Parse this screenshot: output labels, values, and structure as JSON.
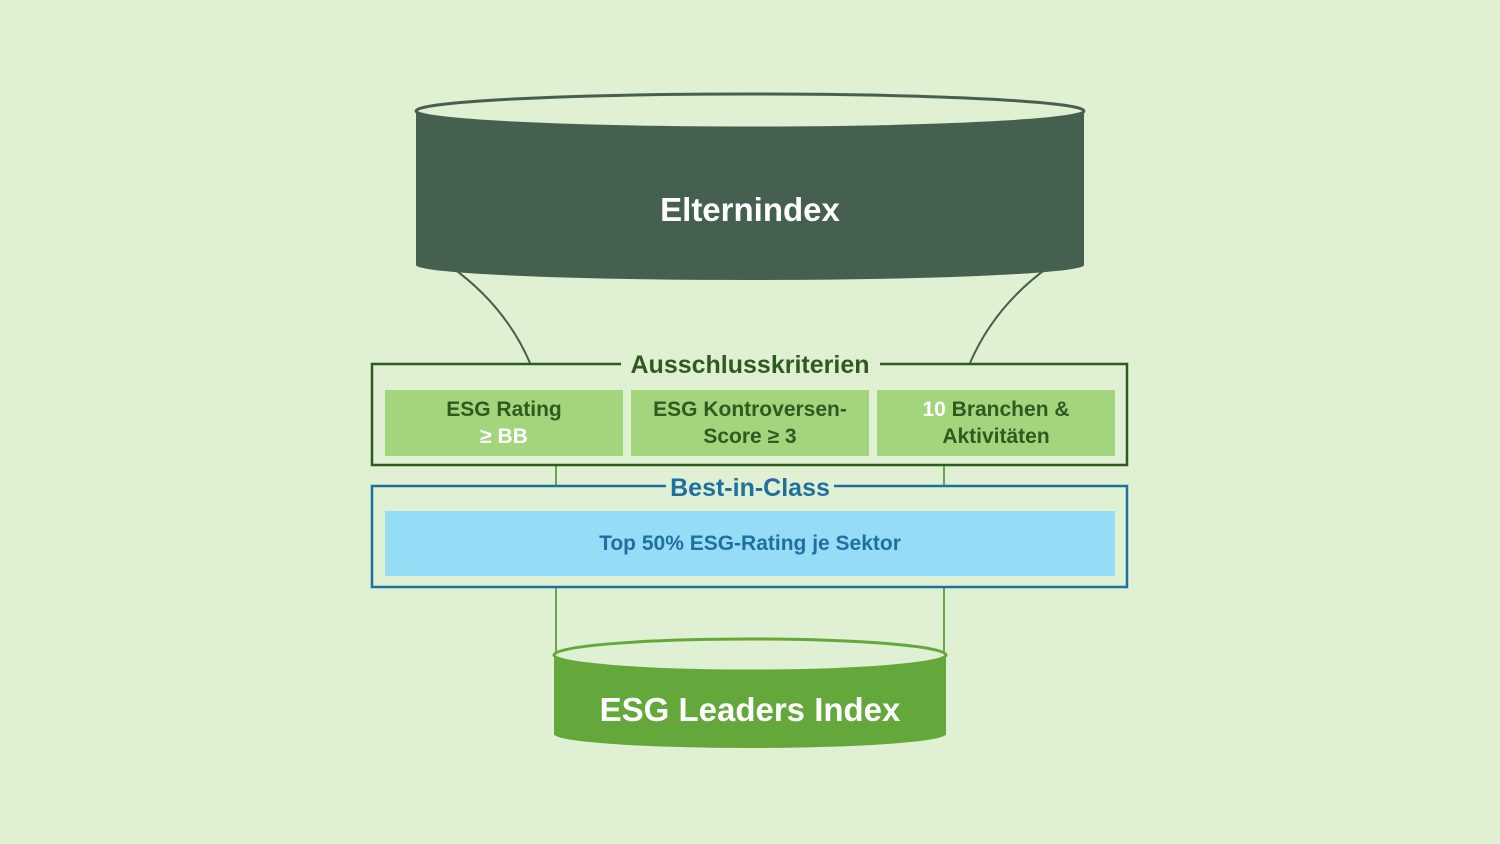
{
  "parent_index": {
    "label": "Elternindex"
  },
  "exclusion": {
    "title": "Ausschlusskriterien",
    "criteria": [
      {
        "line1": "ESG Rating",
        "line2": "≥ BB"
      },
      {
        "line1": "ESG Kontroversen-",
        "line2": "Score ≥ 3"
      },
      {
        "line1_num": "10",
        "line1_text": " Branchen &",
        "line2": "Aktivitäten"
      }
    ]
  },
  "best_in_class": {
    "title": "Best-in-Class",
    "rule": "Top 50% ESG-Rating je Sektor"
  },
  "result_index": {
    "label": "ESG Leaders Index"
  },
  "colors": {
    "background": "#dff0d3",
    "parent_cylinder": "#466050",
    "exclusion_accent": "#2f5a20",
    "criteria_fill": "#a3d67c",
    "best_in_class_accent": "#1f6fa0",
    "best_in_class_fill": "#95dcf7",
    "leaders_cylinder": "#64a83c"
  }
}
